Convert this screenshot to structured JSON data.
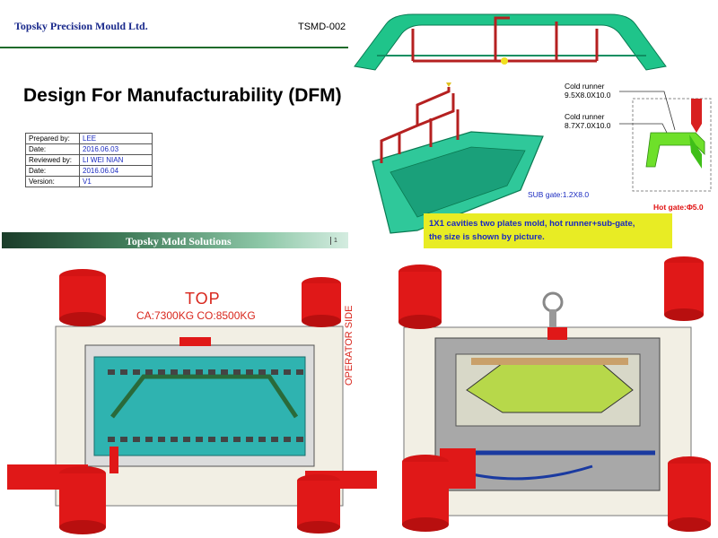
{
  "header": {
    "company": "Topsky Precision Mould Ltd.",
    "doc_number": "TSMD-002"
  },
  "title": "Design For Manufacturability (DFM)",
  "info_table": [
    {
      "label": "Prepared by:",
      "value": "LEE"
    },
    {
      "label": "Date:",
      "value": "2016.06.03"
    },
    {
      "label": "Reviewed by:",
      "value": "LI WEI NIAN"
    },
    {
      "label": "Date:",
      "value": "2016.06.04"
    },
    {
      "label": "Version:",
      "value": "V1"
    }
  ],
  "banner": {
    "text": "Topsky Mold Solutions",
    "page": "1"
  },
  "callouts": {
    "cold_runner_1": {
      "title": "Cold runner",
      "size": "9.5X8.0X10.0"
    },
    "cold_runner_2": {
      "title": "Cold runner",
      "size": "8.7X7.0X10.0"
    },
    "sub_gate": "SUB gate:1.2X8.0",
    "hot_gate": "Hot gate:Φ5.0"
  },
  "note": {
    "line1": "1X1 cavities two plates mold, hot runner+sub-gate,",
    "line2": "the size is shown by picture."
  },
  "mold_top": {
    "label": "TOP",
    "weights": "CA:7300KG  CO:8500KG",
    "side": "OPERATOR  SIDE"
  },
  "colors": {
    "part_green": "#1fc48a",
    "runner_red": "#b52020",
    "cylinder_red": "#e01818",
    "plate_teal": "#2fb3b0",
    "note_yellow": "#e8ec24"
  }
}
